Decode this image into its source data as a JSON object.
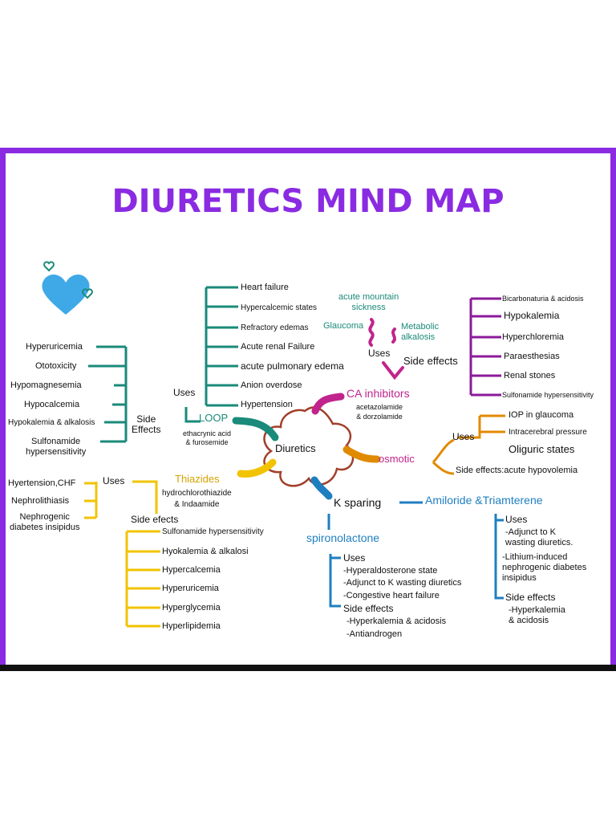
{
  "title": "DIURETICS MIND MAP",
  "colors": {
    "frame": "#8a2be2",
    "loop": "#1a8a7a",
    "ca_inhibitors": "#8b1a9a",
    "osmotic": "#e08a00",
    "thiazides": "#f2c300",
    "k_sparing": "#1e7fc0",
    "heart": "#3fa9e8",
    "center_outline": "#a0402a"
  },
  "icons": {
    "decoration": "heart-icon"
  },
  "center": {
    "label": "Diuretics"
  },
  "loop": {
    "label": "LOOP",
    "drugs": "ethacrynic acid\n& furosemide",
    "uses_label": "Uses",
    "uses": [
      "Heart failure",
      "Hypercalcemic states",
      "Refractory edemas",
      "Acute renal Failure",
      "acute pulmonary edema",
      "Anion overdose",
      "Hypertension"
    ],
    "side_effects_label": "Side\nEffects",
    "side_effects": [
      "Hyperuricemia",
      "Ototoxicity",
      "Hypomagnesemia",
      "Hypocalcemia",
      "Hypokalemia & alkalosis",
      "Sulfonamide\nhypersensitivity"
    ]
  },
  "ca_inhibitors": {
    "label": "CA inhibitors",
    "drugs": "acetazolamide\n& dorzolamide",
    "uses_label": "Uses",
    "uses": [
      "acute mountain\nsickness",
      "Glaucoma",
      "Metabolic\nalkalosis"
    ],
    "side_effects_label": "Side effects",
    "side_effects": [
      "Bicarbonaturia & acidosis",
      "Hypokalemia",
      "Hyperchloremia",
      "Paraesthesias",
      "Renal stones",
      "Sulfonamide hypersensitivity"
    ]
  },
  "osmotic": {
    "label": "osmotic",
    "uses_label": "Uses",
    "uses": [
      "IOP in glaucoma",
      "Intracerebral pressure",
      "Oliguric states"
    ],
    "side_effects": "Side effects:acute hypovolemia"
  },
  "thiazides": {
    "label": "Thiazides",
    "drugs": "hydrochlorothiazide\n& Indaamide",
    "uses_label": "Uses",
    "uses": [
      "Hyertension,CHF",
      "Nephrolithiasis",
      "Nephrogenic\ndiabetes insipidus"
    ],
    "side_effects_label": "Side efects",
    "side_effects": [
      "Sulfonamide hypersensitivity",
      "Hyokalemia & alkalosi",
      "Hypercalcemia",
      "Hyperuricemia",
      "Hyperglycemia",
      "Hyperlipidemia"
    ]
  },
  "k_sparing": {
    "label": "K sparing",
    "amiloride": {
      "label": "Amiloride &Triamterene",
      "uses_label": "Uses",
      "uses": [
        "-Adjunct to K\nwasting diuretics.",
        "-Lithium-induced\nnephrogenic diabetes\ninsipidus"
      ],
      "side_effects_label": "Side effects",
      "side_effects": [
        "-Hyperkalemia\n& acidosis"
      ]
    },
    "spironolactone": {
      "label": "spironolactone",
      "uses_label": "Uses",
      "uses": [
        "-Hyperaldosterone state",
        "-Adjunct to K wasting diuretics",
        "-Congestive heart failure"
      ],
      "side_effects_label": "Side effects",
      "side_effects": [
        "-Hyperkalemia & acidosis",
        "-Antiandrogen"
      ]
    }
  }
}
